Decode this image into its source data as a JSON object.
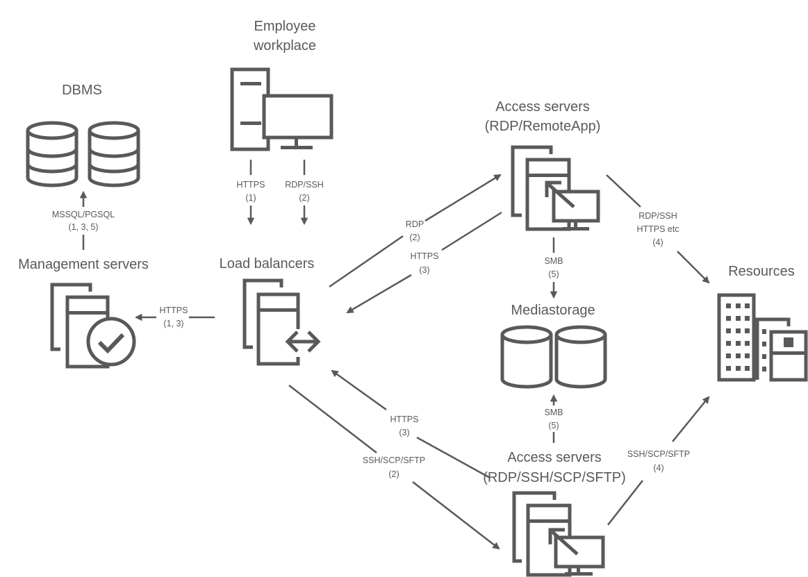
{
  "nodes": {
    "employee": {
      "title_line1": "Employee",
      "title_line2": "workplace",
      "icon": "desktop-computer-icon"
    },
    "dbms": {
      "title": "DBMS",
      "icon": "database-icon"
    },
    "management": {
      "title": "Management servers",
      "icon": "server-check-icon"
    },
    "load_balancers": {
      "title": "Load balancers",
      "icon": "server-load-balancer-icon"
    },
    "access_rdp": {
      "title_line1": "Access servers",
      "title_line2": "(RDP/RemoteApp)",
      "icon": "server-remote-icon"
    },
    "mediastorage": {
      "title": "Mediastorage",
      "icon": "database-icon"
    },
    "access_ssh": {
      "title_line1": "Access servers",
      "title_line2": "(RDP/SSH/SCP/SFTP)",
      "icon": "server-remote-icon"
    },
    "resources": {
      "title": "Resources",
      "icon": "buildings-icon"
    }
  },
  "edges": {
    "emp_lb_https": {
      "protocol": "HTTPS",
      "step": "(1)"
    },
    "emp_lb_rdp": {
      "protocol": "RDP/SSH",
      "step": "(2)"
    },
    "mgmt_dbms": {
      "protocol": "MSSQL/PGSQL",
      "step": "(1, 3, 5)"
    },
    "lb_mgmt": {
      "protocol": "HTTPS",
      "step": "(1, 3)"
    },
    "lb_rdp_access": {
      "protocol": "RDP",
      "step": "(2)"
    },
    "rdp_access_lb": {
      "protocol": "HTTPS",
      "step": "(3)"
    },
    "rdp_access_media": {
      "protocol": "SMB",
      "step": "(5)"
    },
    "rdp_access_resources": {
      "protocol": "RDP/SSH",
      "protocol2": "HTTPS etc",
      "step": "(4)"
    },
    "ssh_access_lb": {
      "protocol": "HTTPS",
      "step": "(3)"
    },
    "lb_ssh_access": {
      "protocol": "SSH/SCP/SFTP",
      "step": "(2)"
    },
    "ssh_access_media": {
      "protocol": "SMB",
      "step": "(5)"
    },
    "ssh_access_resources": {
      "protocol": "SSH/SCP/SFTP",
      "step": "(4)"
    }
  }
}
